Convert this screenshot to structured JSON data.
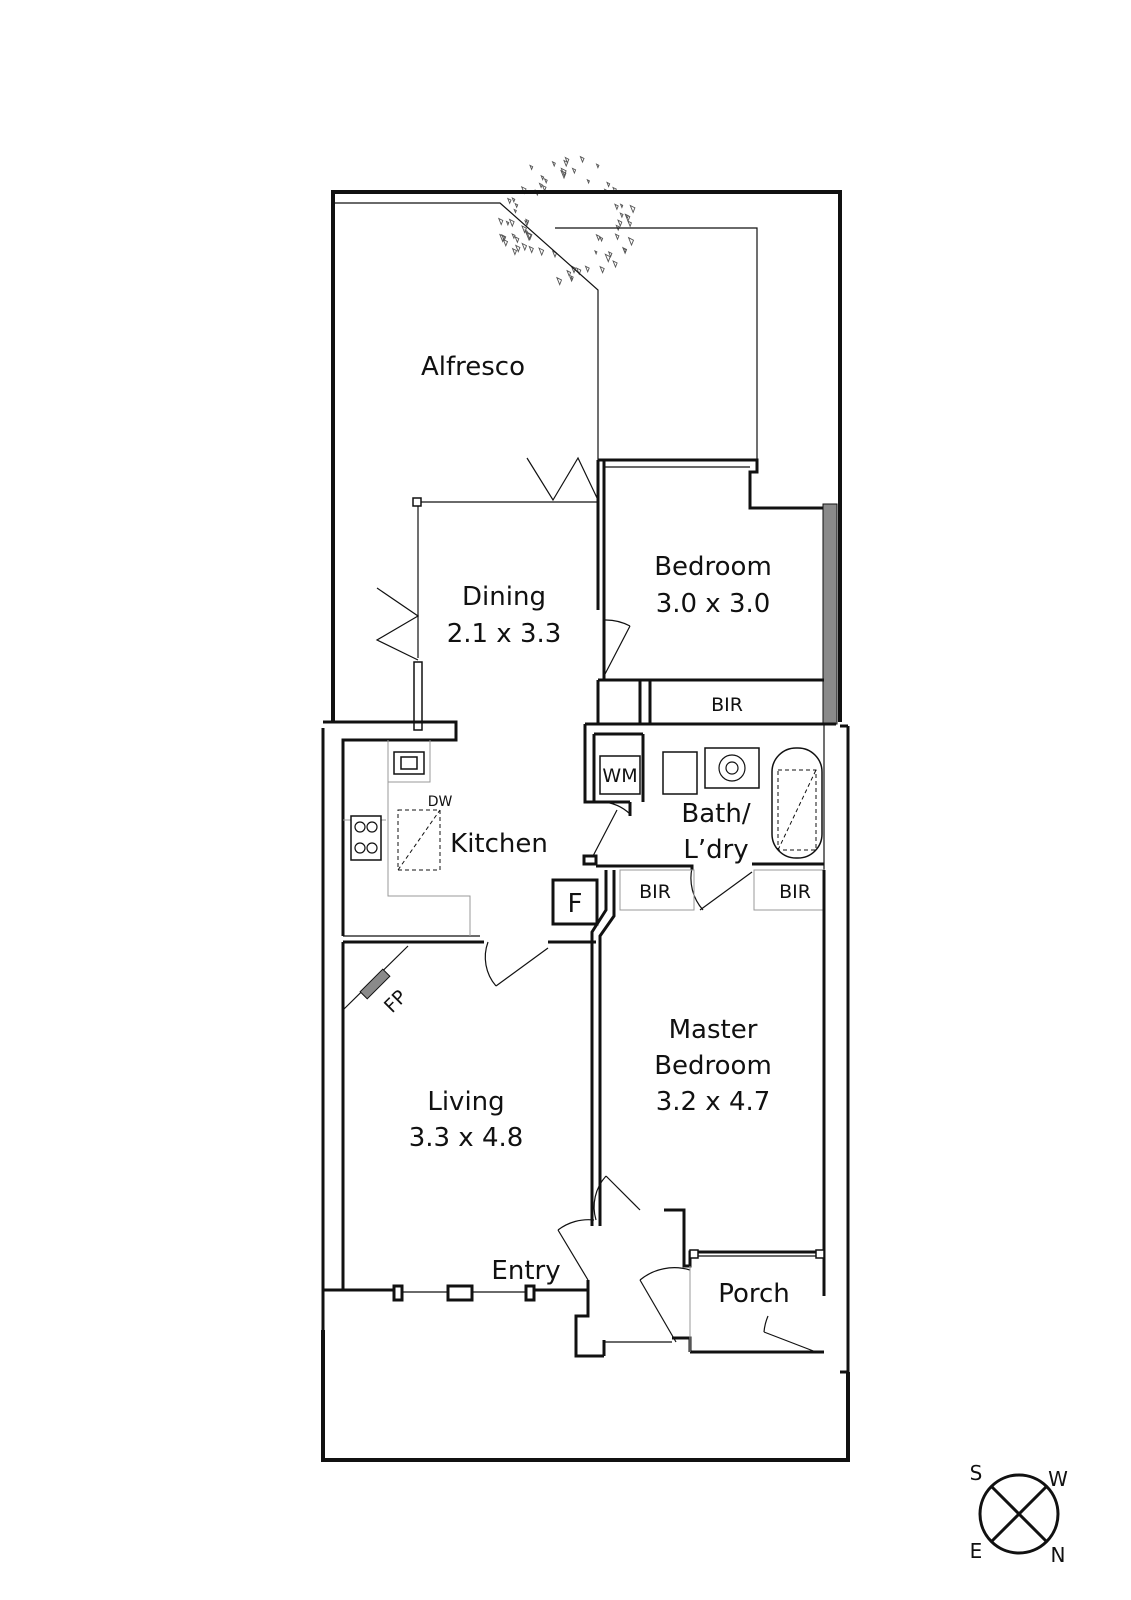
{
  "rooms": {
    "alfresco": {
      "name": "Alfresco"
    },
    "dining": {
      "name": "Dining",
      "size": "2.1 x 3.3"
    },
    "bedroom": {
      "name": "Bedroom",
      "size": "3.0 x 3.0"
    },
    "bedroom_bir": {
      "name": "BIR"
    },
    "kitchen": {
      "name": "Kitchen",
      "dishwasher": "DW"
    },
    "laundry": {
      "name_line1": "Bath/",
      "name_line2": "L’dry",
      "washing_machine": "WM"
    },
    "fridge": {
      "name": "F"
    },
    "master_bir_left": {
      "name": "BIR"
    },
    "master_bir_right": {
      "name": "BIR"
    },
    "fireplace": {
      "name": "FP"
    },
    "living": {
      "name": "Living",
      "size": "3.3 x 4.8"
    },
    "master_bedroom": {
      "name_line1": "Master",
      "name_line2": "Bedroom",
      "size": "3.2 x 4.7"
    },
    "entry": {
      "name": "Entry"
    },
    "porch": {
      "name": "Porch"
    }
  },
  "compass": {
    "south": "S",
    "west": "W",
    "east": "E",
    "north": "N"
  },
  "colors": {
    "line": "#111111",
    "accent_wall": "#8a8a8a",
    "background": "#ffffff"
  }
}
